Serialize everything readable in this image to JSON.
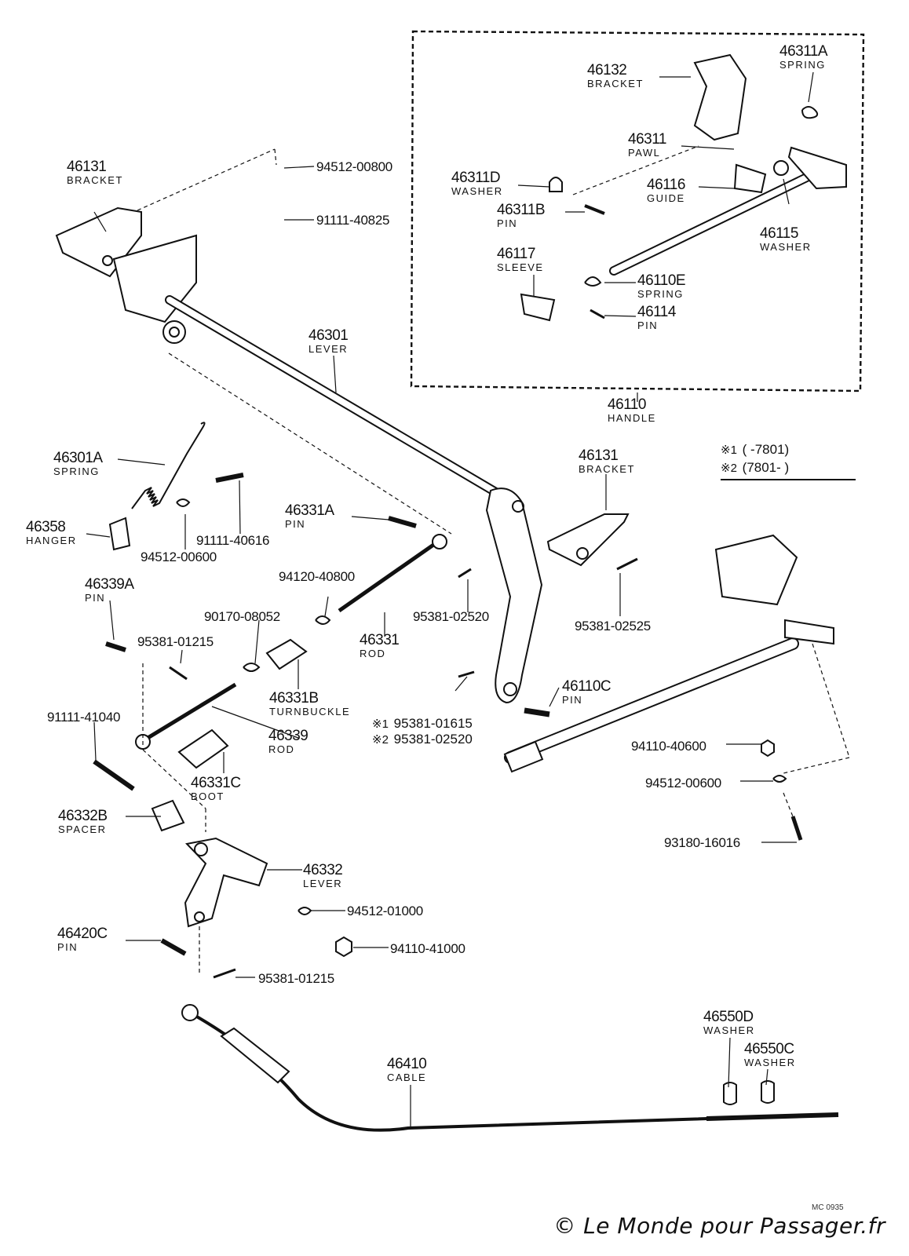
{
  "callouts": {
    "bracket_top_left": {
      "number": "46131",
      "name": "BRACKET"
    },
    "bracket_handle": {
      "number": "46132",
      "name": "BRACKET"
    },
    "spring_pawl": {
      "number": "46311A",
      "name": "SPRING"
    },
    "pawl": {
      "number": "46311",
      "name": "PAWL"
    },
    "washer_pawl": {
      "number": "46311D",
      "name": "WASHER"
    },
    "guide": {
      "number": "46116",
      "name": "GUIDE"
    },
    "pin_pawl": {
      "number": "46311B",
      "name": "PIN"
    },
    "washer_handle": {
      "number": "46115",
      "name": "WASHER"
    },
    "sleeve": {
      "number": "46117",
      "name": "SLEEVE"
    },
    "spring_handle": {
      "number": "46110E",
      "name": "SPRING"
    },
    "pin_handle": {
      "number": "46114",
      "name": "PIN"
    },
    "lever_main": {
      "number": "46301",
      "name": "LEVER"
    },
    "handle": {
      "number": "46110",
      "name": "HANDLE"
    },
    "spring_lever": {
      "number": "46301A",
      "name": "SPRING"
    },
    "bracket_right": {
      "number": "46131",
      "name": "BRACKET"
    },
    "hanger": {
      "number": "46358",
      "name": "HANGER"
    },
    "pin_rod": {
      "number": "46331A",
      "name": "PIN"
    },
    "pin_lower": {
      "number": "46339A",
      "name": "PIN"
    },
    "rod_upper": {
      "number": "46331",
      "name": "ROD"
    },
    "turnbuckle": {
      "number": "46331B",
      "name": "TURNBUCKLE"
    },
    "pin_handle_end": {
      "number": "46110C",
      "name": "PIN"
    },
    "rod_lower": {
      "number": "46339",
      "name": "ROD"
    },
    "boot": {
      "number": "46331C",
      "name": "BOOT"
    },
    "spacer": {
      "number": "46332B",
      "name": "SPACER"
    },
    "lever_lower": {
      "number": "46332",
      "name": "LEVER"
    },
    "pin_lever_lower": {
      "number": "46420C",
      "name": "PIN"
    },
    "washer_cable_d": {
      "number": "46550D",
      "name": "WASHER"
    },
    "washer_cable_c": {
      "number": "46550C",
      "name": "WASHER"
    },
    "cable": {
      "number": "46410",
      "name": "CABLE"
    }
  },
  "part_numbers": {
    "p94512_00800": "94512-00800",
    "p91111_40825": "91111-40825",
    "p91111_40616": "91111-40616",
    "p94512_00600_left": "94512-00600",
    "p94120_40800": "94120-40800",
    "p90170_08052": "90170-08052",
    "p95381_02520": "95381-02520",
    "p95381_02525": "95381-02525",
    "p95381_01215_upper": "95381-01215",
    "p91111_41040": "91111-41040",
    "p94110_40600": "94110-40600",
    "p94512_00600_right": "94512-00600",
    "p93180_16016": "93180-16016",
    "p94512_01000": "94512-01000",
    "p94110_41000": "94110-41000",
    "p95381_01215_lower": "95381-01215"
  },
  "variant_pins": {
    "mark1": "※1",
    "mark2": "※2",
    "v1": "95381-01615",
    "v2": "95381-02520"
  },
  "legend": {
    "row1_mark": "※1",
    "row1_text": "(        -7801)",
    "row2_mark": "※2",
    "row2_text": "(7801-        )"
  },
  "diagram_code": "MC 0935",
  "watermark": "© Le Monde pour Passager.fr"
}
